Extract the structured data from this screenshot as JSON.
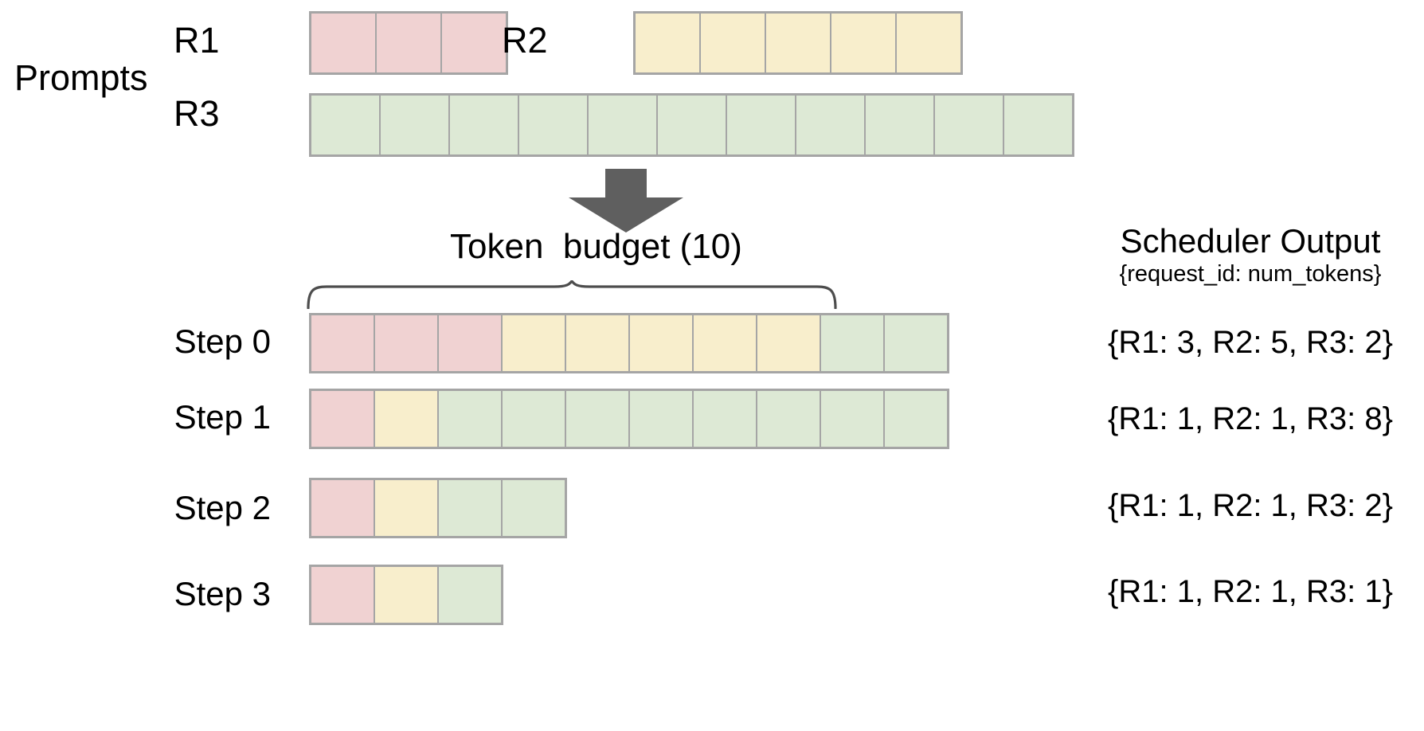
{
  "diagram": {
    "title_hidden": "",
    "colors": {
      "request_r1": "#f0d2d2",
      "request_r2": "#f8eecc",
      "request_r3": "#dde9d5",
      "cell_border": "#a5a5a5",
      "arrow": "#5f5f5f",
      "brace": "#4d4d4d",
      "text": "#000000",
      "background": "#ffffff"
    }
  },
  "prompts": {
    "section_label": "Prompts",
    "requests": [
      {
        "id": "R1",
        "label": "R1",
        "tokens": 3,
        "color_key": "pink"
      },
      {
        "id": "R2",
        "label": "R2",
        "tokens": 5,
        "color_key": "yellow"
      },
      {
        "id": "R3",
        "label": "R3",
        "tokens": 11,
        "color_key": "green"
      }
    ]
  },
  "flow": {
    "arrow_icon": "down-arrow-icon"
  },
  "budget": {
    "label": "Token  budget (10)",
    "value": 10,
    "brace_icon": "curly-brace-icon"
  },
  "steps": [
    {
      "label": "Step 0",
      "segments": [
        {
          "color_key": "pink",
          "count": 3
        },
        {
          "color_key": "yellow",
          "count": 5
        },
        {
          "color_key": "green",
          "count": 2
        }
      ],
      "total": 10
    },
    {
      "label": "Step 1",
      "segments": [
        {
          "color_key": "pink",
          "count": 1
        },
        {
          "color_key": "yellow",
          "count": 1
        },
        {
          "color_key": "green",
          "count": 8
        }
      ],
      "total": 10
    },
    {
      "label": "Step 2",
      "segments": [
        {
          "color_key": "pink",
          "count": 1
        },
        {
          "color_key": "yellow",
          "count": 1
        },
        {
          "color_key": "green",
          "count": 2
        }
      ],
      "total": 4
    },
    {
      "label": "Step 3",
      "segments": [
        {
          "color_key": "pink",
          "count": 1
        },
        {
          "color_key": "yellow",
          "count": 1
        },
        {
          "color_key": "green",
          "count": 1
        }
      ],
      "total": 3
    }
  ],
  "scheduler_output": {
    "title": "Scheduler Output",
    "subtitle": "{request_id: num_tokens}",
    "rows": [
      "{R1: 3, R2: 5, R3: 2}",
      "{R1: 1, R2: 1, R3: 8}",
      "{R1: 1, R2: 1, R3: 2}",
      "{R1: 1, R2: 1, R3: 1}"
    ]
  }
}
